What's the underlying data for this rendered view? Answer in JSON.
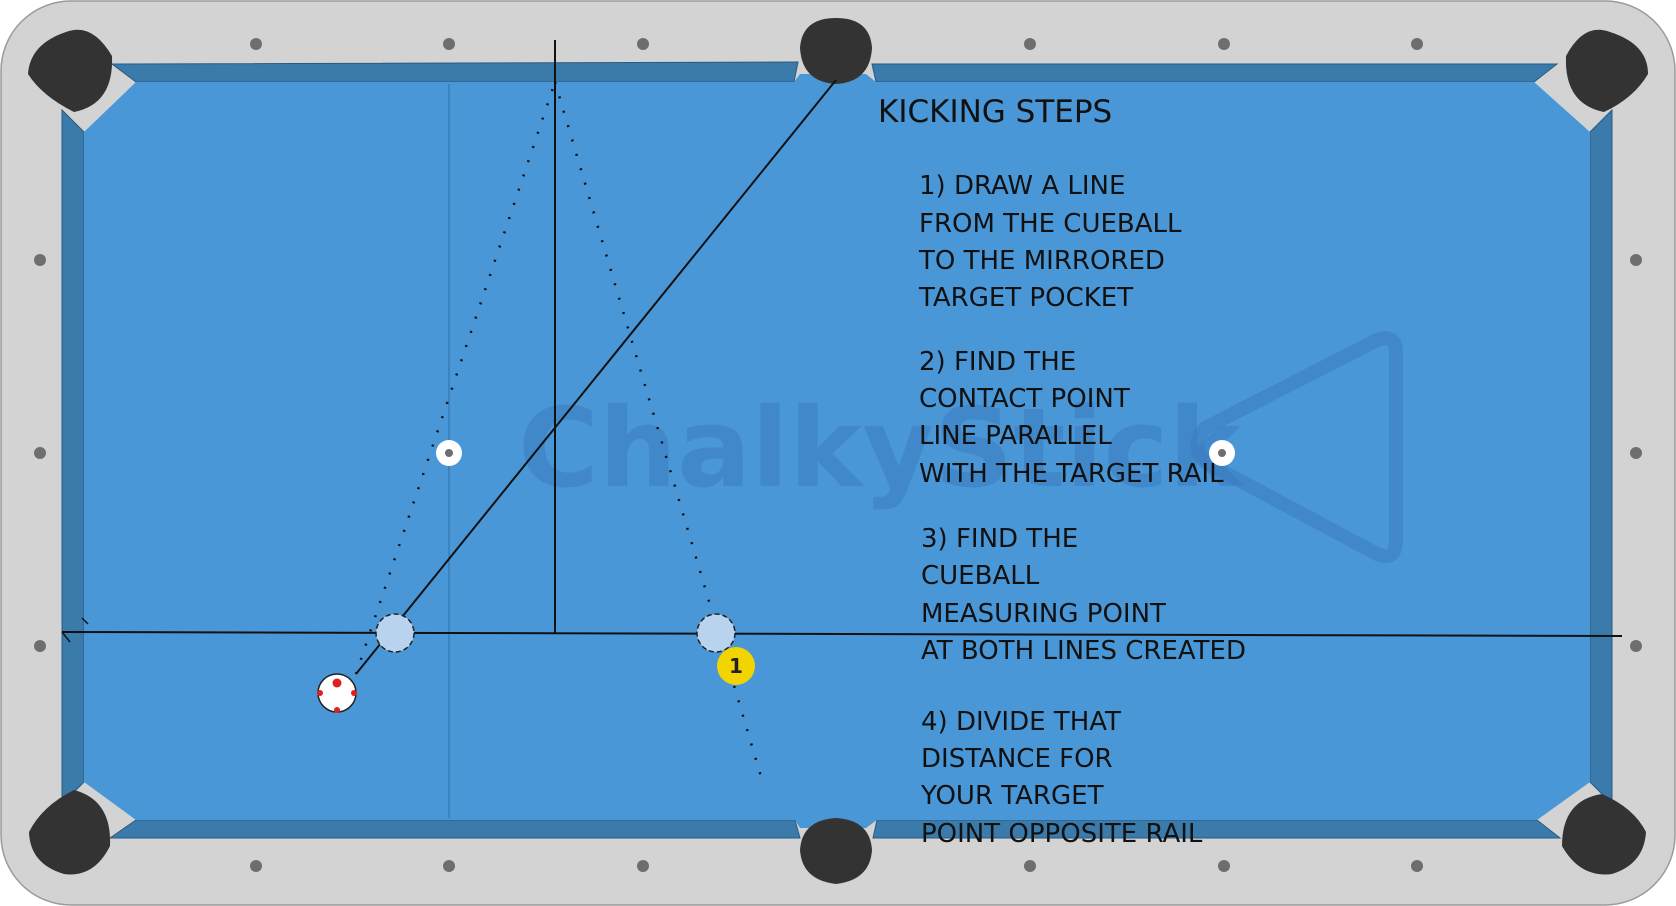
{
  "title": "KICKING STEPS",
  "steps": [
    [
      "1) DRAW  A LINE",
      "FROM THE CUEBALL",
      "TO THE MIRRORED",
      "TARGET POCKET"
    ],
    [
      "2) FIND THE",
      "CONTACT POINT",
      "LINE PARALLEL",
      "WITH THE TARGET RAIL"
    ],
    [
      "3) FIND THE",
      "CUEBALL",
      "MEASURING POINT",
      "AT BOTH LINES CREATED"
    ],
    [
      "4) DIVIDE THAT",
      "DISTANCE FOR",
      "YOUR TARGET",
      "POINT OPPOSITE RAIL"
    ]
  ],
  "watermark": "ChalkyStick",
  "object_ball_number": "1",
  "colors": {
    "cloth": "#4a97d8",
    "cushion": "#3b7bab",
    "rail": "#d3d3d3",
    "pocket": "#333333",
    "diamond": "#6e6e6e",
    "object_ball": "#f2d500",
    "ghost_ball": "#b8d3ee"
  }
}
